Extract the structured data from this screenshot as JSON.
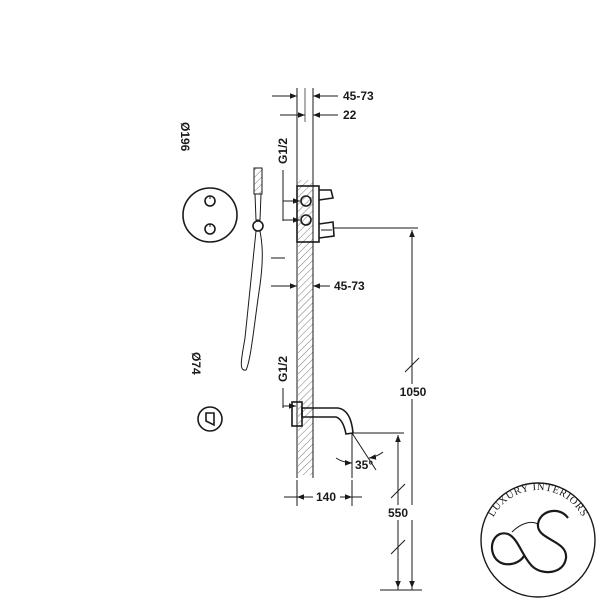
{
  "diagram": {
    "dims": {
      "top_range": "45-73",
      "top_offset": "22",
      "plate_diameter": "Ø196",
      "upper_thread": "G1/2",
      "mid_range": "45-73",
      "height_total": "1050",
      "knob_diameter": "Ø74",
      "lower_thread": "G1/2",
      "spout_angle": "35°",
      "spout_projection": "140",
      "spout_height": "550"
    }
  },
  "logo": {
    "text": "LUXURY INTERIORS"
  }
}
